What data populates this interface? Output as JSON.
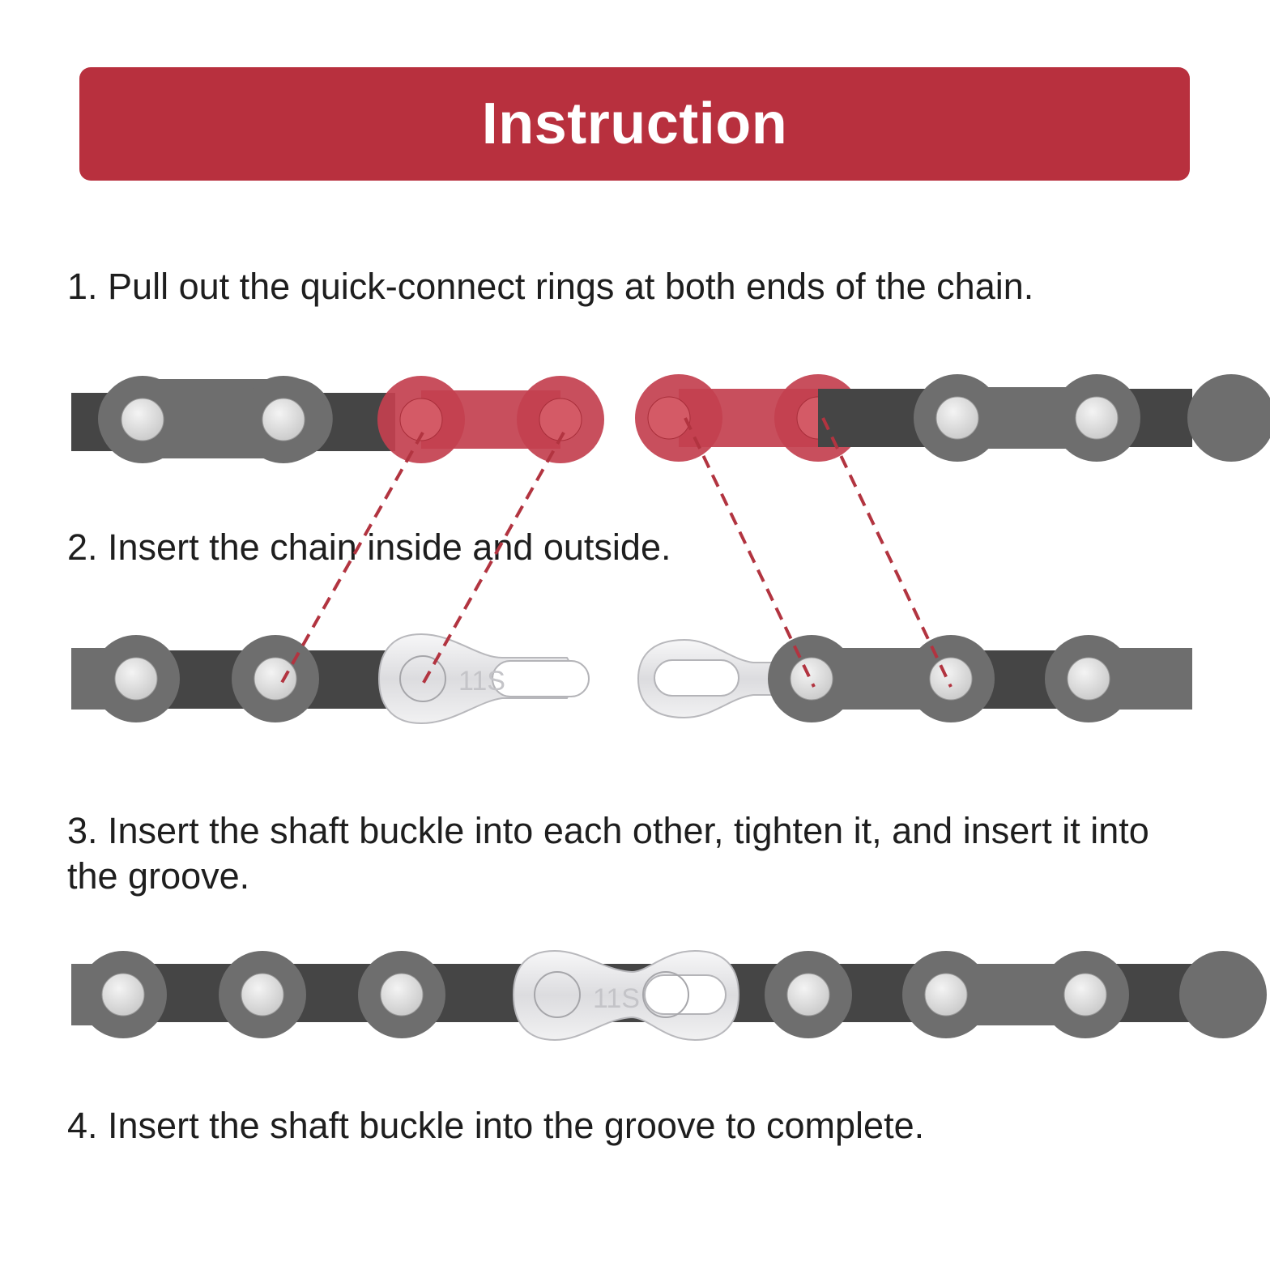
{
  "header": {
    "title": "Instruction"
  },
  "steps": [
    {
      "text": "1. Pull out the quick-connect rings at both ends of the chain."
    },
    {
      "text": "2. Insert the chain inside and outside."
    },
    {
      "text": "3. Insert the shaft buckle into each other, tighten it, and insert it into the groove."
    },
    {
      "text": "4. Insert the shaft buckle into the groove to complete."
    }
  ],
  "diagram": {
    "link_marking": "11S",
    "colors": {
      "banner": "#b8303e",
      "chain_plate_outer": "#6e6e6e",
      "chain_plate_inner": "#454545",
      "pin": "#dcdcdc",
      "quick_link_red": "#c3404f",
      "quick_link_silver": "#e6e6e8",
      "guide_line": "#b23440"
    }
  }
}
